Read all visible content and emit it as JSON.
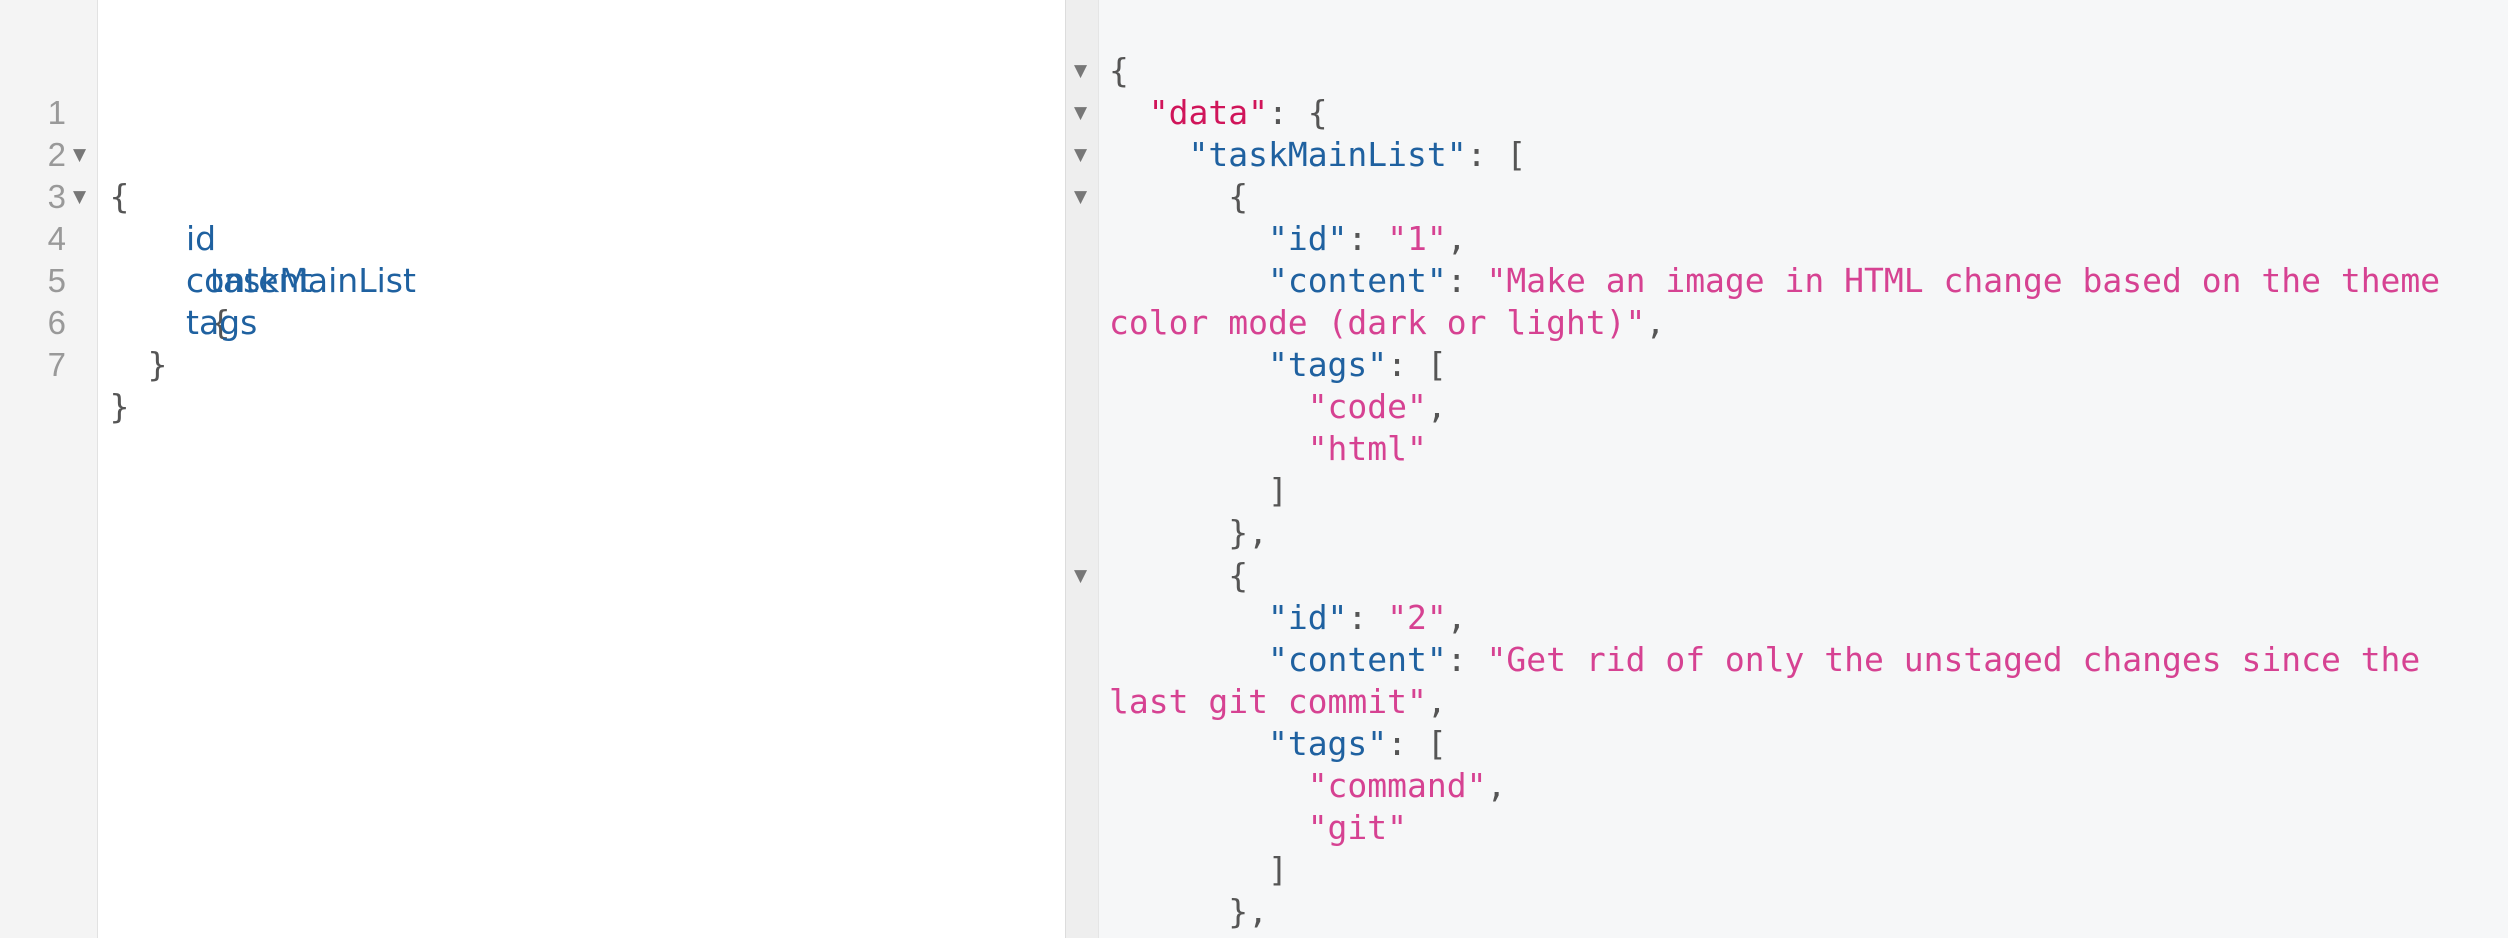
{
  "query_editor": {
    "line_numbers": [
      "1",
      "2",
      "3",
      "4",
      "5",
      "6",
      "7"
    ],
    "open_brace": "{",
    "close_brace": "}",
    "root_field": "taskMainList",
    "fields": [
      "id",
      "content",
      "tags"
    ]
  },
  "result_viewer": {
    "data_key": "\"data\"",
    "list_key": "\"taskMainList\"",
    "items": [
      {
        "id_key": "\"id\"",
        "id_value": "\"1\"",
        "content_key": "\"content\"",
        "content_value_line1": "\"Make an image in HTML change based on the theme",
        "content_value_line2": "color mode (dark or light)\"",
        "tags_key": "\"tags\"",
        "tags": [
          "\"code\"",
          "\"html\""
        ]
      },
      {
        "id_key": "\"id\"",
        "id_value": "\"2\"",
        "content_key": "\"content\"",
        "content_value_line1": "\"Get rid of only the unstaged changes since the",
        "content_value_line2": "last git commit\"",
        "tags_key": "\"tags\"",
        "tags": [
          "\"command\"",
          "\"git\""
        ]
      }
    ]
  }
}
